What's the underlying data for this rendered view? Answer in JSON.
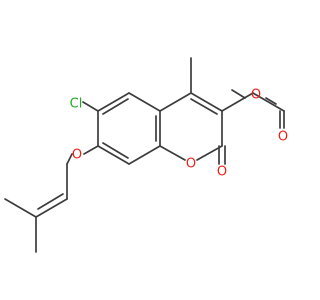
{
  "molecule": {
    "atoms": {
      "chlorine": {
        "label": "Cl",
        "color": "#22aa22"
      },
      "ether_oxygen": {
        "label": "O",
        "color": "#e8231a"
      },
      "ring_oxygen": {
        "label": "O",
        "color": "#e8231a"
      },
      "carbonyl_oxygen": {
        "label": "O",
        "color": "#e8231a"
      },
      "ester_carbonyl_oxygen": {
        "label": "O",
        "color": "#e8231a"
      },
      "ester_methoxy_oxygen": {
        "label": "O",
        "color": "#e8231a"
      }
    },
    "bond_color": "#3c3c3c"
  }
}
